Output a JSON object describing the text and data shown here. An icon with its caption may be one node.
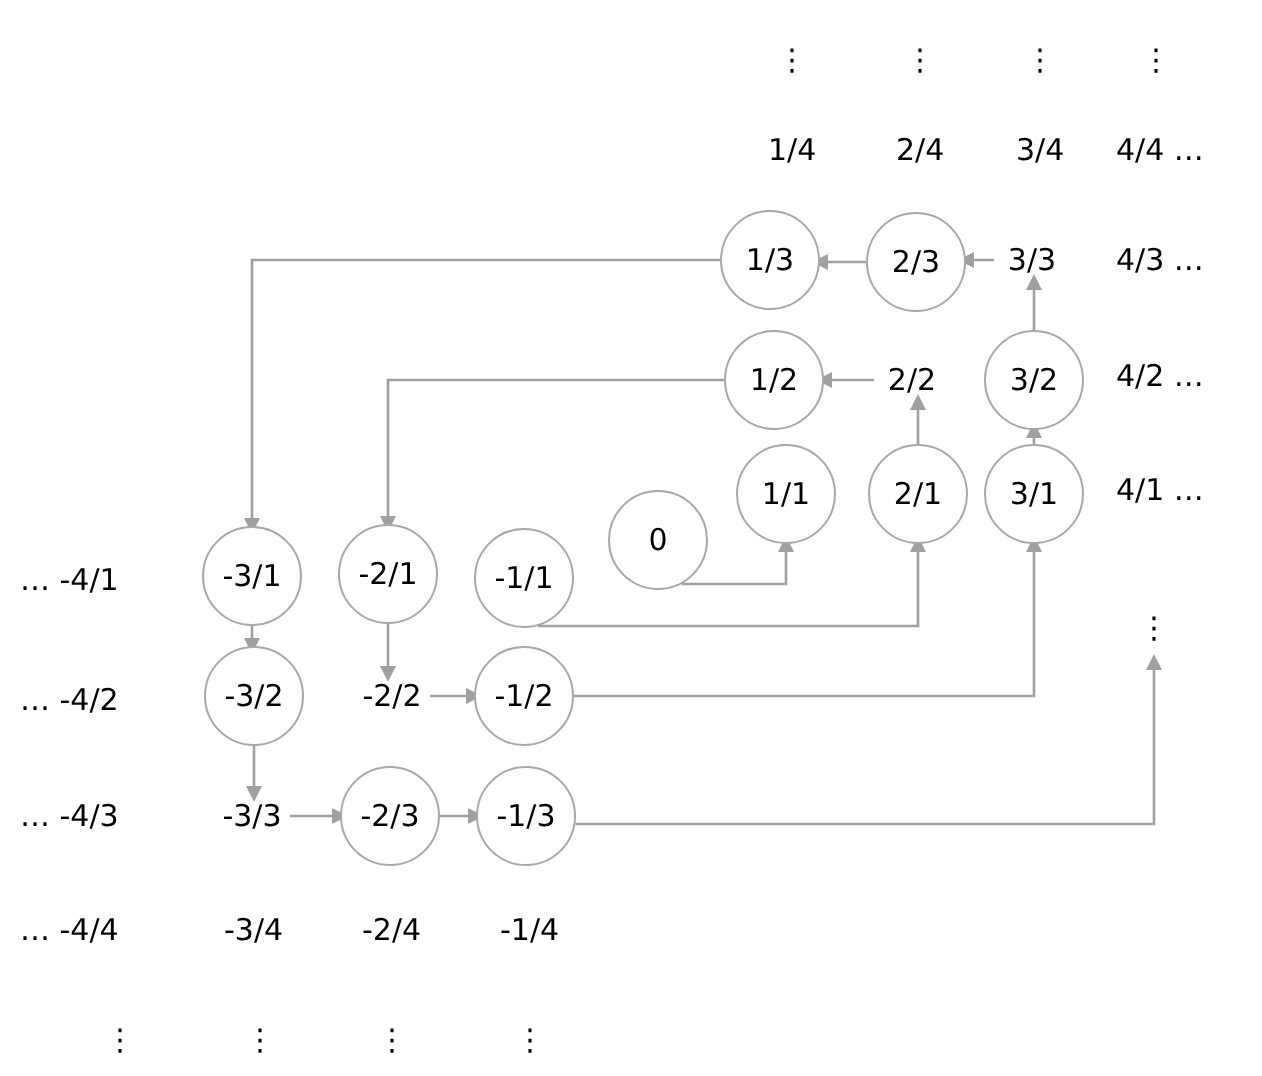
{
  "diagram": {
    "nodes": [
      {
        "text": [
          "1/3"
        ]
      },
      {
        "text": [
          "2/3"
        ]
      },
      {
        "text": [
          "3/3"
        ]
      },
      {
        "text": [
          "1/2"
        ]
      },
      {
        "text": [
          "2/2"
        ]
      },
      {
        "text": [
          "3/2"
        ]
      },
      {
        "text": [
          "0"
        ]
      },
      {
        "text": [
          "1/1"
        ]
      },
      {
        "text": [
          "2/1"
        ]
      },
      {
        "text": [
          "3/1"
        ]
      },
      {
        "text": [
          "-3/1"
        ]
      },
      {
        "text": [
          "-2/1"
        ]
      },
      {
        "text": [
          "-1/1"
        ]
      },
      {
        "text": [
          "⋮"
        ]
      },
      {
        "text": [
          "-3/2"
        ]
      },
      {
        "text": [
          "-2/2"
        ]
      },
      {
        "text": [
          "-1/2"
        ]
      },
      {
        "text": [
          "-3/3"
        ]
      },
      {
        "text": [
          "-2/3"
        ]
      },
      {
        "text": [
          "-1/3"
        ]
      }
    ],
    "edges": [
      {
        "from": 6,
        "to": 7,
        "arrow": "to"
      },
      {
        "from": 12,
        "to": 8,
        "arrow": "to"
      },
      {
        "from": 8,
        "to": 4,
        "arrow": "to"
      },
      {
        "from": 4,
        "to": 3,
        "arrow": "to"
      },
      {
        "from": 3,
        "to": 11,
        "arrow": "to"
      },
      {
        "from": 11,
        "to": 15,
        "arrow": "to"
      },
      {
        "from": 15,
        "to": 16,
        "arrow": "to"
      },
      {
        "from": 16,
        "to": 9,
        "arrow": "to"
      },
      {
        "from": 9,
        "to": 5,
        "arrow": "to"
      },
      {
        "from": 5,
        "to": 2,
        "arrow": "to"
      },
      {
        "from": 2,
        "to": 1,
        "arrow": "to"
      },
      {
        "from": 1,
        "to": 0,
        "arrow": "to"
      },
      {
        "from": 0,
        "to": 10,
        "arrow": "to"
      },
      {
        "from": 10,
        "to": 14,
        "arrow": "to"
      },
      {
        "from": 14,
        "to": 17,
        "arrow": "to"
      },
      {
        "from": 17,
        "to": 18,
        "arrow": "to"
      },
      {
        "from": 18,
        "to": 19,
        "arrow": "to"
      },
      {
        "from": 19,
        "to": 13,
        "arrow": "to"
      }
    ],
    "labels": [
      "⋮",
      "⋮",
      "⋮",
      "⋮",
      "1/4",
      "2/4",
      "3/4",
      "4/4 …",
      "4/3 …",
      "4/2 …",
      "4/1 …",
      "… -4/1",
      "… -4/2",
      "… -4/3",
      "… -4/4",
      "-3/4",
      "-2/4",
      "-1/4",
      "⋮",
      "⋮",
      "⋮",
      "⋮"
    ]
  }
}
